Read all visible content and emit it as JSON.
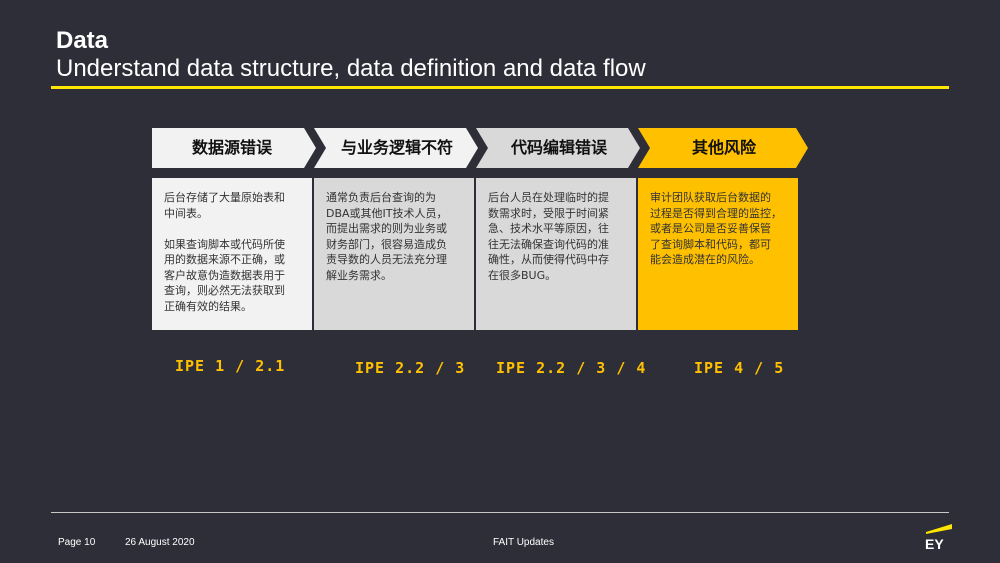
{
  "slide": {
    "title": "Data",
    "subtitle": "Understand data structure, data definition and data flow"
  },
  "steps": [
    {
      "label": "数据源错误",
      "color": "#f2f2f2",
      "text": "后台存储了大量原始表和\n中间表。\n\n如果查询脚本或代码所使\n用的数据来源不正确，或\n客户故意伪造数据表用于\n查询，则必然无法获取到\n正确有效的结果。",
      "ipe": "IPE 1 / 2.1"
    },
    {
      "label": "与业务逻辑不符",
      "color": "#d9d9d9",
      "text": "通常负责后台查询的为\nDBA或其他IT技术人员，\n而提出需求的则为业务或\n财务部门，很容易造成负\n责导数的人员无法充分理\n解业务需求。",
      "ipe": "IPE 2.2 / 3"
    },
    {
      "label": "代码编辑错误",
      "color": "#d9d9d9",
      "text": "后台人员在处理临时的提\n数需求时，受限于时间紧\n急、技术水平等原因，往\n往无法确保查询代码的准\n确性，从而使得代码中存\n在很多BUG。",
      "ipe": "IPE 2.2 / 3 / 4"
    },
    {
      "label": "其他风险",
      "color": "#ffc000",
      "text": "审计团队获取后台数据的\n过程是否得到合理的监控，\n或者是公司是否妥善保管\n了查询脚本和代码，都可\n能会造成潜在的风险。",
      "ipe": "IPE 4 / 5"
    }
  ],
  "footer": {
    "page": "Page 10",
    "date": "26 August 2020",
    "center": "FAIT Updates"
  },
  "logo": {
    "name": "ey-logo",
    "text": "EY",
    "accent": "#ffe600"
  }
}
